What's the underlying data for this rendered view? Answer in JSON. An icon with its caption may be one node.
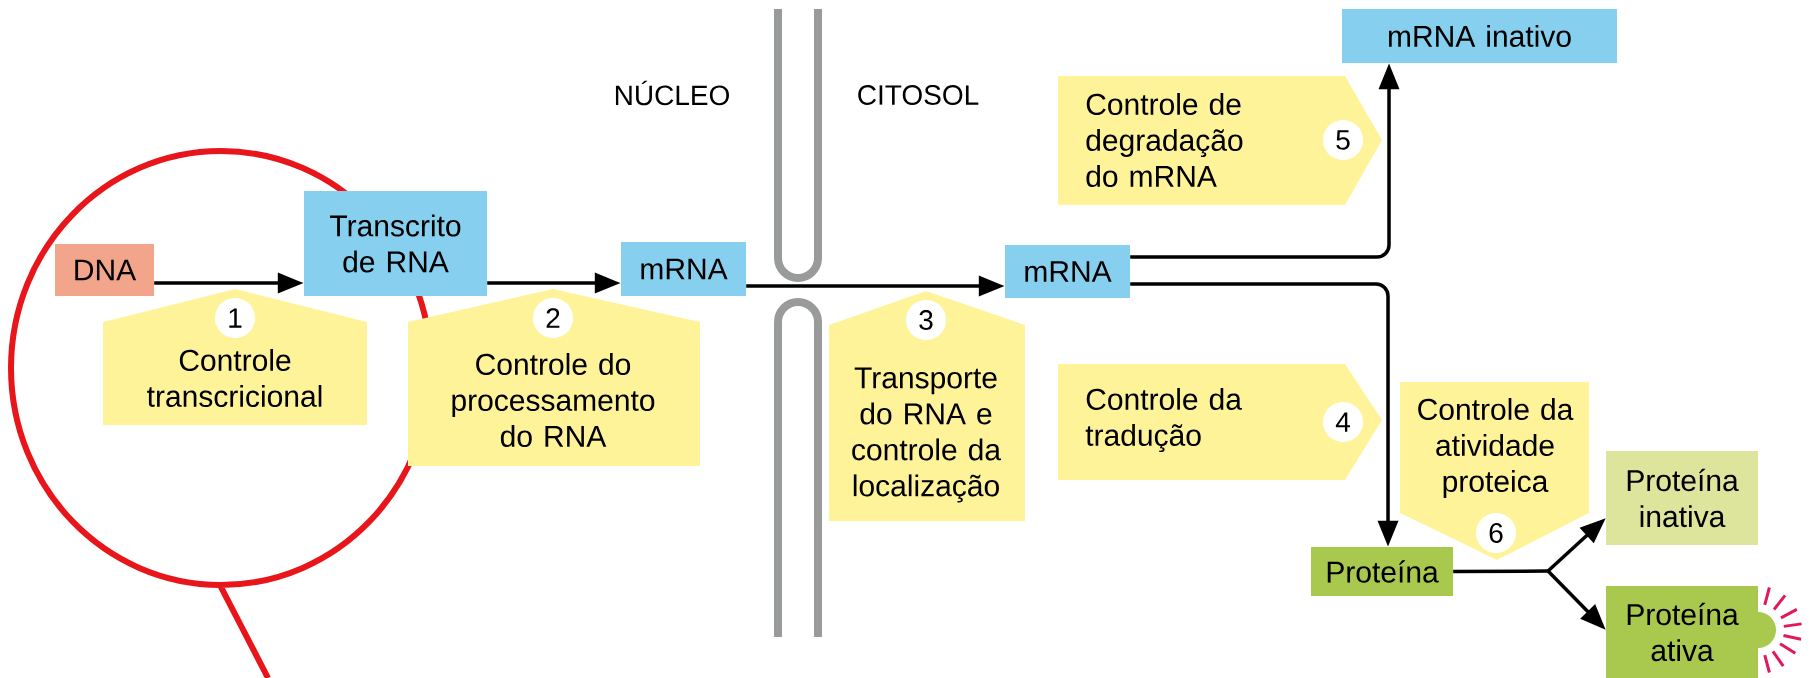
{
  "diagram": {
    "nodes": [
      {
        "text": [
          "DNA"
        ]
      },
      {
        "text": [
          "Transcrito de RNA"
        ]
      },
      {
        "text": [
          "mRNA"
        ]
      },
      {
        "text": [
          "mRNA"
        ]
      },
      {
        "text": [
          "mRNA inativo"
        ]
      },
      {
        "text": [
          "Proteína"
        ]
      },
      {
        "text": [
          "Proteína inativa"
        ]
      },
      {
        "text": [
          "Proteína ativa"
        ]
      },
      {
        "text": [
          "1",
          "Controle transcricional"
        ]
      },
      {
        "text": [
          "2",
          "Controle do processamento do RNA"
        ]
      },
      {
        "text": [
          "3",
          "Transporte do RNA e controle da localização"
        ]
      },
      {
        "text": [
          "Controle de degradação do mRNA",
          "5"
        ]
      },
      {
        "text": [
          "Controle da tradução",
          "4"
        ]
      },
      {
        "text": [
          "Controle da atividade proteica",
          "6"
        ]
      }
    ],
    "edges": [
      {
        "from": 0,
        "to": 1,
        "arrow": "to"
      },
      {
        "from": 1,
        "to": 2,
        "arrow": "to"
      },
      {
        "from": 2,
        "to": 3,
        "arrow": "to"
      },
      {
        "from": 3,
        "to": 4,
        "arrow": "to"
      },
      {
        "from": 3,
        "to": 5,
        "arrow": "to"
      },
      {
        "from": 5,
        "to": 6,
        "arrow": "to"
      },
      {
        "from": 5,
        "to": 7,
        "arrow": "to"
      }
    ],
    "labels": [
      "NÚCLEO",
      "CITOSOL"
    ]
  }
}
